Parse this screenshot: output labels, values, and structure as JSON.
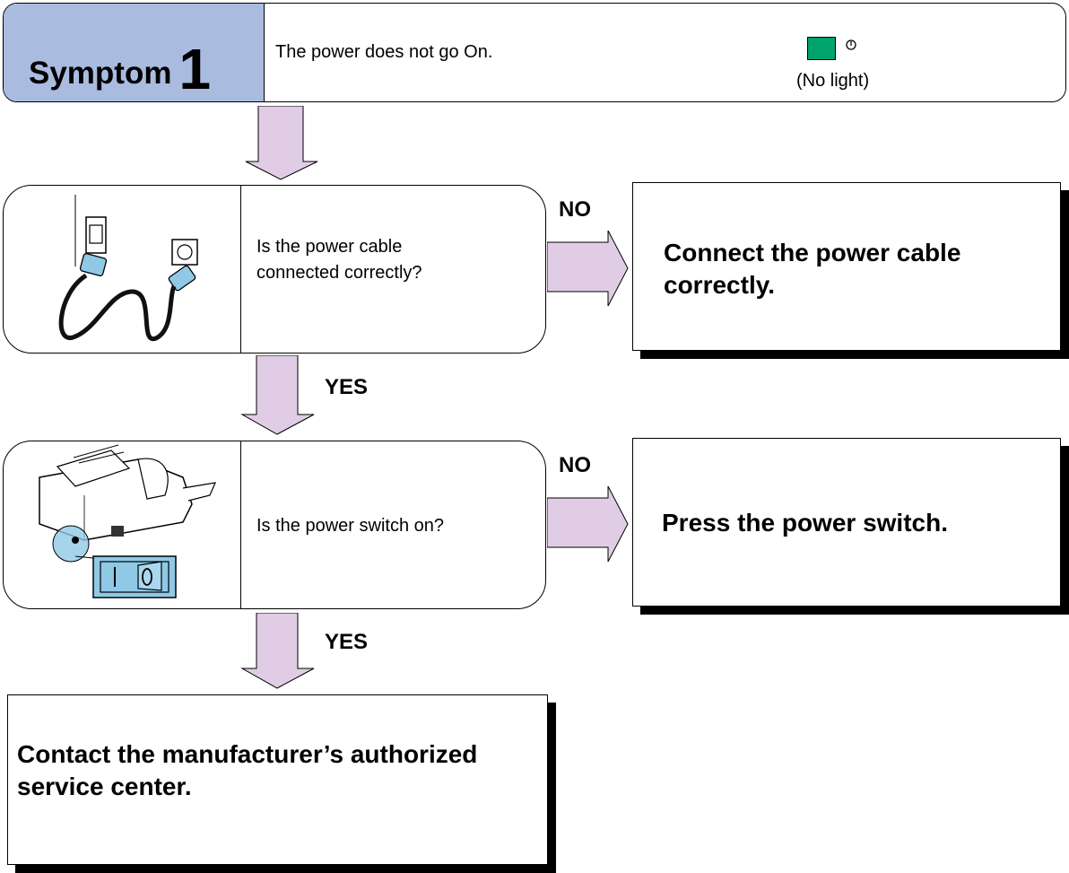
{
  "symptom": {
    "label": "Symptom",
    "number": "1",
    "description": "The power does not go On.",
    "indicator_icon": "power-icon",
    "indicator_label": "(No light)",
    "tab_color": "#a9bbdf",
    "led_color": "#00a36b"
  },
  "steps": [
    {
      "question": [
        "Is the power cable",
        "connected correctly?"
      ],
      "image": "power-cable-illustration",
      "no_label": "NO",
      "no_action": [
        "Connect the power cable",
        "correctly."
      ],
      "yes_label": "YES"
    },
    {
      "question": [
        "Is the power switch on?"
      ],
      "image": "scanner-power-switch-illustration",
      "no_label": "NO",
      "no_action": [
        "Press the power switch."
      ],
      "yes_label": "YES"
    }
  ],
  "final_action": [
    "Contact the manufacturer’s authorized",
    "service center."
  ],
  "arrow_color": "#e0cde5"
}
